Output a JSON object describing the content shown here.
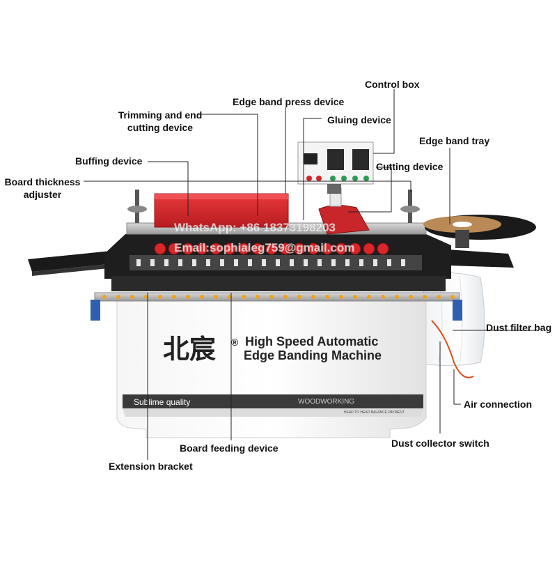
{
  "labels": {
    "control_box": "Control box",
    "edge_band_press_device": "Edge band press device",
    "trimming_line1": "Trimming and end",
    "trimming_line2": "cutting device",
    "gluing_device": "Gluing device",
    "edge_band_tray": "Edge band tray",
    "buffing_device": "Buffing device",
    "cutting_device": "Cutting device",
    "board_thickness_line1": "Board thickness",
    "board_thickness_line2": "adjuster",
    "dust_filter_bag": "Dust filter bag",
    "air_connection": "Air connection",
    "dust_collector_switch": "Dust collector switch",
    "board_feeding_device": "Board feeding device",
    "extension_bracket": "Extension bracket"
  },
  "machine": {
    "brand_cn": "北宸",
    "registered_mark": "®",
    "title_line1": "High Speed Automatic",
    "title_line2": "Edge Banding Machine",
    "panel_left": "Sublime quality",
    "panel_right": "WOODWORKING",
    "panel_sub": "HEAD TO HEAD BALANCE PAYMENT"
  },
  "watermark": {
    "line1": "WhatsApp: +86 18373198203",
    "line2": "Email:sophialeg759@gmail.com"
  },
  "colors": {
    "red": "#d6262a",
    "dark": "#1e1e1e",
    "body": "#ececec",
    "blue": "#2f5fb0",
    "orange": "#f2a21a",
    "tray": "#b98a55"
  }
}
